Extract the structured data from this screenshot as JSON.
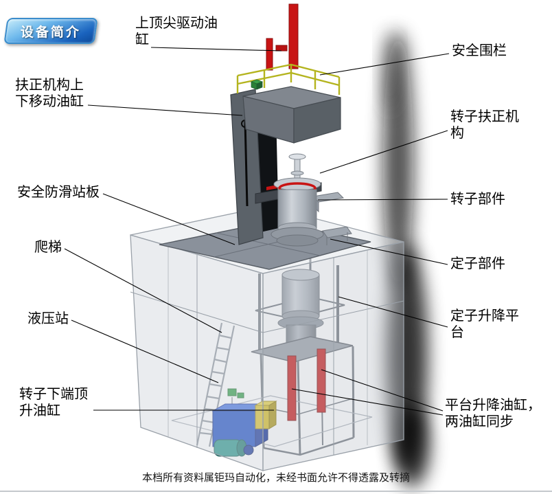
{
  "badge": {
    "label": "设备简介"
  },
  "labels": {
    "top_cylinder": {
      "text": "上顶尖驱动油缸"
    },
    "safety_fence": {
      "text": "安全围栏"
    },
    "centering_move_cylinder": {
      "text": "扶正机构上下移动油缸"
    },
    "rotor_centering": {
      "text": "转子扶正机构"
    },
    "anti_slip_plate": {
      "text": "安全防滑站板"
    },
    "rotor_part": {
      "text": "转子部件"
    },
    "ladder": {
      "text": "爬梯"
    },
    "stator_part": {
      "text": "定子部件"
    },
    "hydraulic_station": {
      "text": "液压站"
    },
    "stator_lift_platform": {
      "text": "定子升降平台"
    },
    "rotor_bottom_cylinder": {
      "text": "转子下端顶升油缸"
    },
    "platform_lift_cylinders": {
      "text": "平台升降油缸，两油缸同步"
    }
  },
  "footer": {
    "text": "本档所有资料属钜玛自动化，未经书面允许不得透露及转摘"
  },
  "colors": {
    "cylinder_red": "#c81414",
    "railing_yellow": "#b4b41e",
    "hydraulic_blue": "#1d4ec4",
    "badge_blue": "#1a63be",
    "frame_gray": "#8a919b"
  }
}
